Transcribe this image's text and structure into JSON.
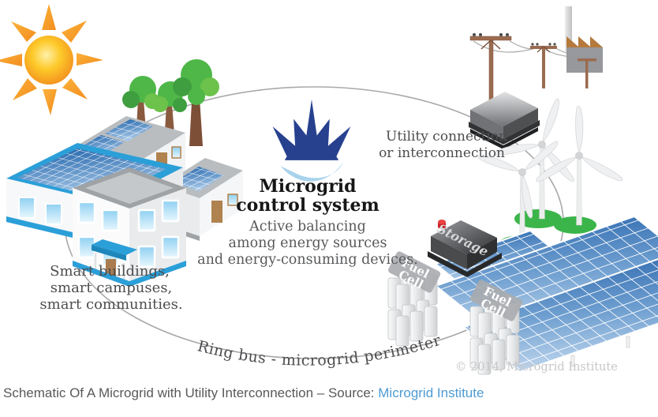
{
  "caption": {
    "text": "Schematic Of A Microgrid with Utility Interconnection – Source: ",
    "link_label": "Microgrid Institute"
  },
  "diagram": {
    "logo": {
      "title": [
        "Microgrid",
        "control system"
      ],
      "subtitle": [
        "Active balancing",
        "among energy sources",
        "and energy-consuming devices."
      ]
    },
    "utility_label": [
      "Utility connection",
      "or interconnection"
    ],
    "smart_label": [
      "Smart buildings,",
      "smart campuses,",
      "smart communities."
    ],
    "ring_label": "Ring bus - microgrid perimeter",
    "copyright": "© 2014, Microgrid Institute",
    "equipment": {
      "storage_label": "Storage",
      "fuel_cell_label": [
        "Fuel",
        "Cell"
      ]
    },
    "colors": {
      "accent_blue": "#2b9fd8",
      "logo_navy": "#27418f",
      "logo_light_blue": "#a9d3ec",
      "panel_blue": "#2e6db4",
      "turbine_base_green": "#3bb54a",
      "sun_orange": "#f7941d",
      "link_blue": "#4d9bd4"
    }
  }
}
